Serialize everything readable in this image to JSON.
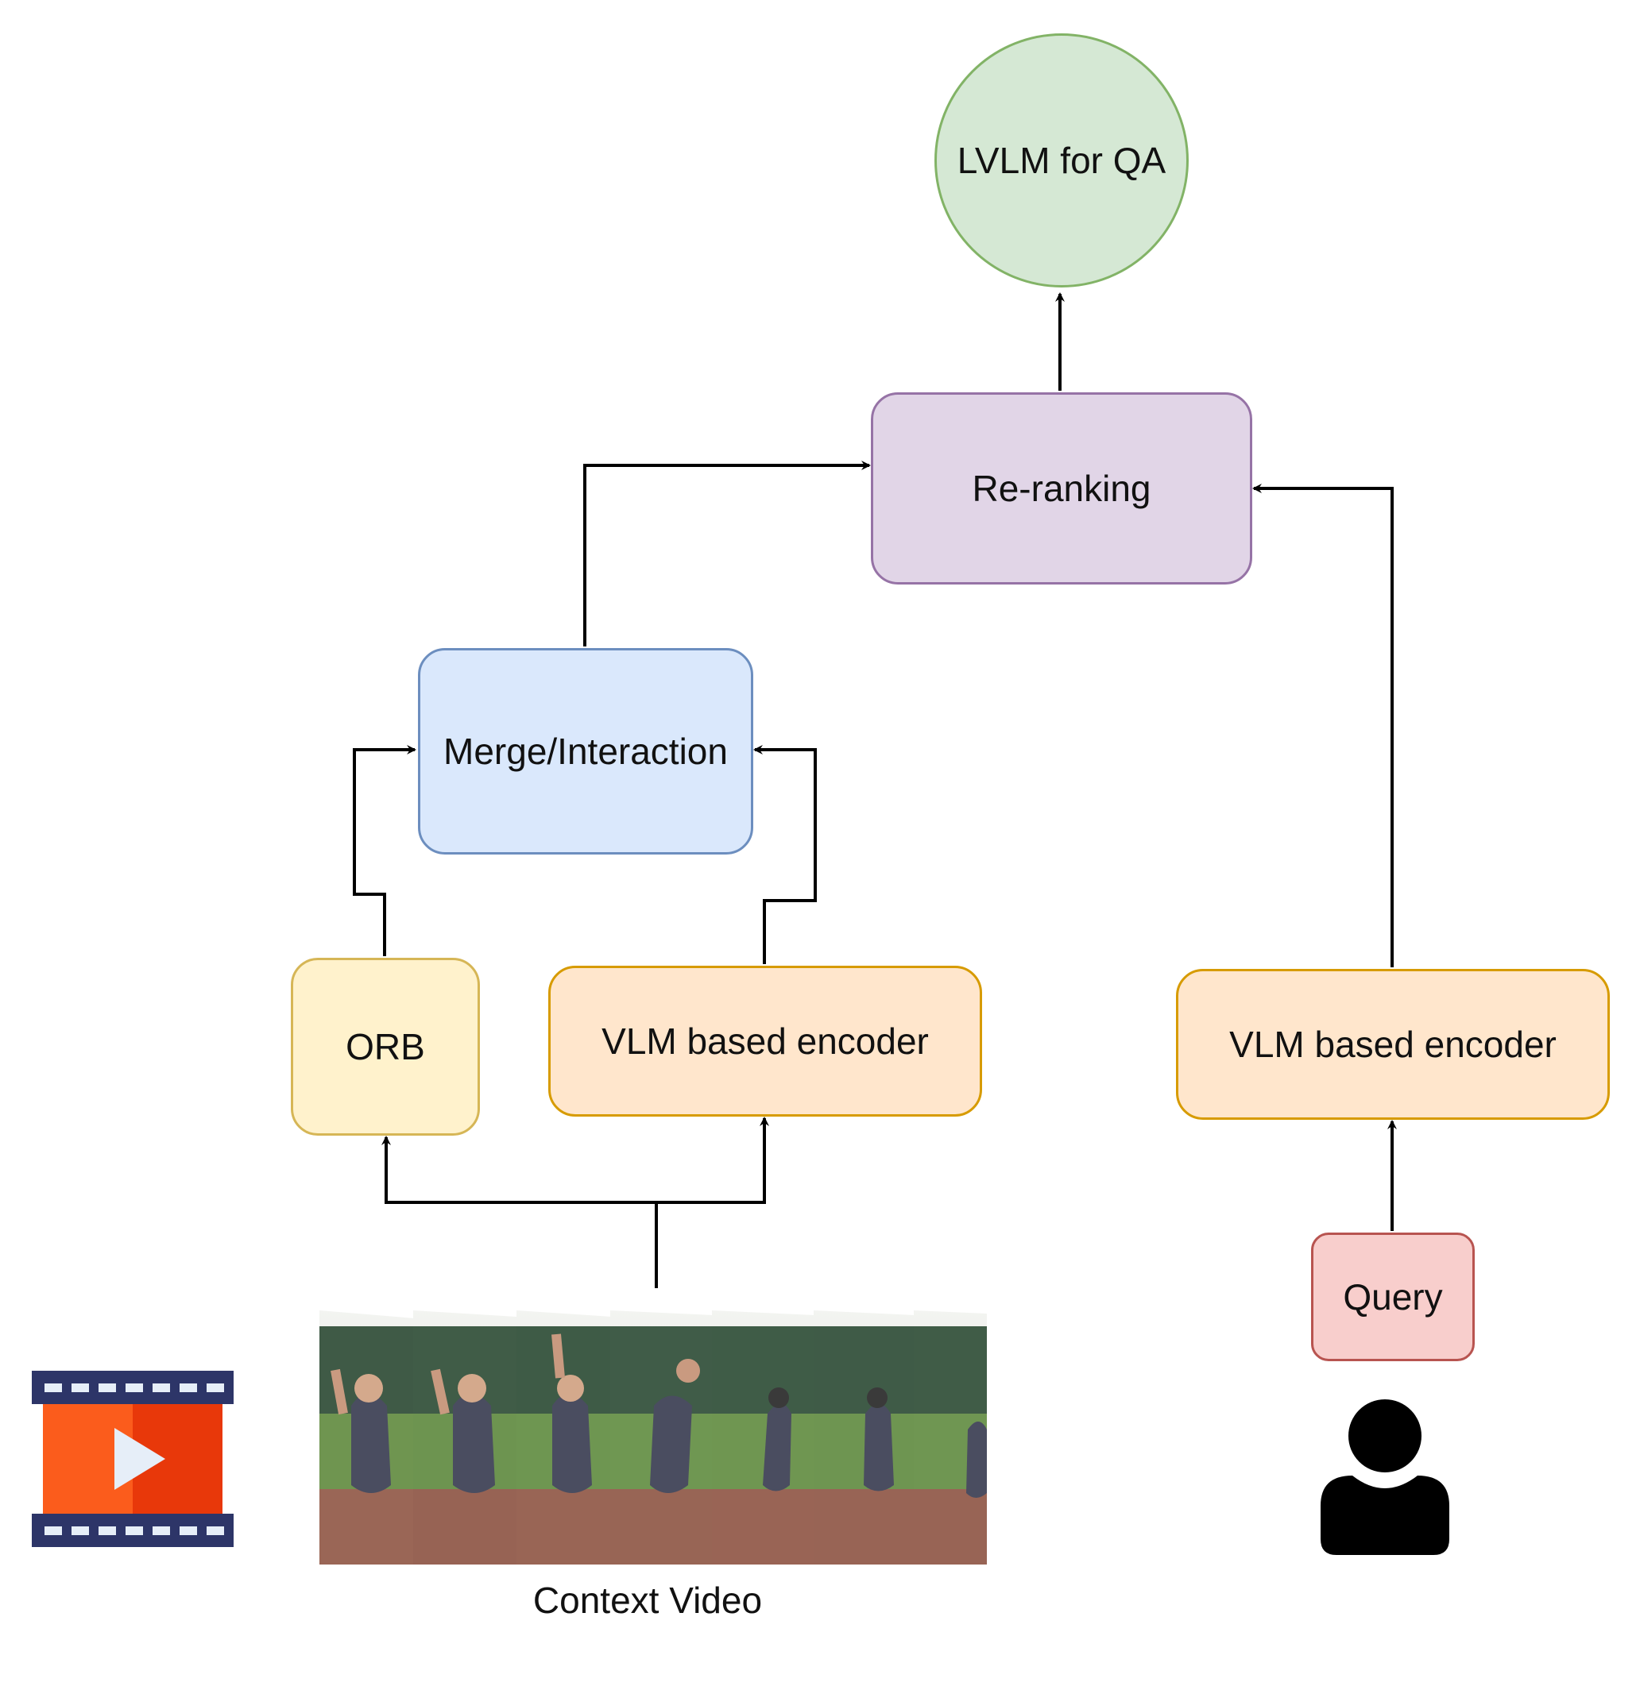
{
  "nodes": {
    "lvlm": {
      "label": "LVLM for QA",
      "fill": "#d5e8d4",
      "stroke": "#82b366"
    },
    "rerank": {
      "label": "Re-ranking",
      "fill": "#e1d5e7",
      "stroke": "#9673a6"
    },
    "merge": {
      "label": "Merge/Interaction",
      "fill": "#dae8fc",
      "stroke": "#6c8ebf"
    },
    "orb": {
      "label": "ORB",
      "fill": "#fff2cc",
      "stroke": "#d6b656"
    },
    "vlm_left": {
      "label": "VLM based encoder",
      "fill": "#ffe6cc",
      "stroke": "#d79b00"
    },
    "vlm_right": {
      "label": "VLM based encoder",
      "fill": "#ffe6cc",
      "stroke": "#d79b00"
    },
    "query": {
      "label": "Query",
      "fill": "#f8cecc",
      "stroke": "#b85450"
    }
  },
  "captions": {
    "context_video": "Context Video"
  },
  "icons": {
    "video": "film-strip-play-icon",
    "user": "user-icon",
    "frames": "video-frames-strip"
  },
  "colors": {
    "arrow": "#000000",
    "film_dark": "#2d3568",
    "film_orange": "#fb5c1c",
    "film_red": "#e8380a",
    "film_play": "#e6eef8"
  }
}
